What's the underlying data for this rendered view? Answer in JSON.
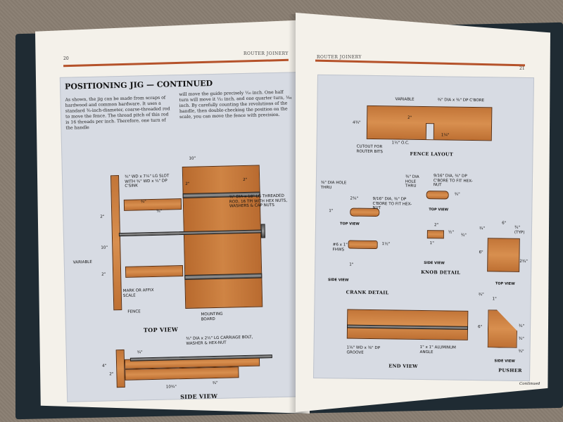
{
  "left_page": {
    "page_number": "20",
    "running_head": "ROUTER JOINERY",
    "title": "POSITIONING JIG — CONTINUED",
    "paragraph_1": "As shown, the jig can be made from scraps of hardwood and common hardware. It uses a standard ⅜-inch-diameter, coarse-threaded rod to move the fence. The thread pitch of this rod is 16 threads per inch. Therefore, one turn of the handle",
    "paragraph_2": "will move the guide precisely ¹⁄₁₆ inch. One half turn will move it ¹⁄₃₂ inch, and one quarter turn, ¹⁄₆₄ inch. By carefully counting the revolutions of the handle, then double-checking the position on the scale, you can move the fence with precision.",
    "top_view": {
      "caption": "TOP VIEW",
      "dim_width": "10\"",
      "dim_2a": "2\"",
      "dim_2b": "2\"",
      "dim_height": "10\"",
      "dim_2c": "2\"",
      "dim_2d": "2\"",
      "dim_3_4": "¾\"",
      "dim_3_8": "⅜\"",
      "variable": "VARIABLE",
      "note_slot": "⅜\" WD x 7¼\" LG SLOT WITH ⅜\" WD x ¼\" DP C'SINK",
      "note_rod": "⅜\" DIA x 18\" LG THREADED ROD, 16 TPI WITH HEX NUTS, WASHERS & CAP NUTS",
      "note_mark": "MARK OR AFFIX SCALE",
      "note_fence": "FENCE",
      "note_board": "MOUNTING BOARD"
    },
    "side_view": {
      "caption": "SIDE VIEW",
      "note_bolt": "⅜\" DIA x 2½\" LG CARRIAGE BOLT, WASHER & HEX-NUT",
      "dim_4": "4\"",
      "dim_2": "2\"",
      "dim_3_4a": "¾\"",
      "dim_10_3_4": "10¾\"",
      "dim_3_4b": "¾\""
    }
  },
  "right_page": {
    "page_number": "21",
    "running_head": "ROUTER JOINERY",
    "fence_layout": {
      "caption": "FENCE LAYOUT",
      "variable": "VARIABLE",
      "note_cbore": "⅜\" DIA x ⅜\" DP C'BORE",
      "dim_2": "2\"",
      "dim_4_3_4": "4¾\"",
      "dim_1_1_4": "1¼\"",
      "dim_1_1_2": "1½\" O.C.",
      "note_cutout": "CUTOUT FOR ROUTER BITS"
    },
    "crank_detail": {
      "caption": "CRANK DETAIL",
      "note_hole": "⅜\" DIA HOLE THRU",
      "dim_2_3_4": "2¾\"",
      "note_cbore": "9/16\" DIA, ⅜\" DP C'BORE TO FIT HEX-NUT",
      "dim_1": "1\"",
      "top_view": "TOP VIEW",
      "note_fhws": "#6 x 1\" FHWS",
      "dim_1_1_2": "1½\"",
      "dim_1b": "1\"",
      "side_view": "SIDE VIEW"
    },
    "knob_detail": {
      "caption": "KNOB DETAIL",
      "note_hole": "⅜\" DIA HOLE THRU",
      "note_cbore": "9/16\" DIA, ⅜\" DP C'BORE TO FIT HEX-NUT",
      "dim_3_4": "¾\"",
      "top_view": "TOP VIEW",
      "dim_2": "2\"",
      "dim_1_2": "½\"",
      "dim_3_4b": "¾\"",
      "dim_1": "1\"",
      "side_view": "SIDE VIEW"
    },
    "pusher": {
      "caption": "PUSHER",
      "dim_6": "6\"",
      "dim_3_4": "¾\"",
      "dim_3_4_typ": "¾\" (TYP)",
      "dim_6b": "6\"",
      "dim_2_3_4": "2¾\"",
      "top_view": "TOP VIEW",
      "dim_3_4c": "¾\"",
      "dim_1": "1\"",
      "dim_6c": "6\"",
      "dim_3_4d": "¾\"",
      "dim_3_4e": "¾\"",
      "dim_3_4f": "¾\"",
      "side_view": "SIDE VIEW"
    },
    "end_view": {
      "caption": "END VIEW",
      "note_groove": "1⅛\" WD x ⅜\" DP GROOVE",
      "note_angle": "1\" x 1\" ALUMINUM ANGLE"
    },
    "continued": "Continued"
  },
  "colors": {
    "rule": "#b5522a",
    "panel": "#d7dbe3",
    "wood": "#c97b3c",
    "cover": "#1f2b33"
  }
}
